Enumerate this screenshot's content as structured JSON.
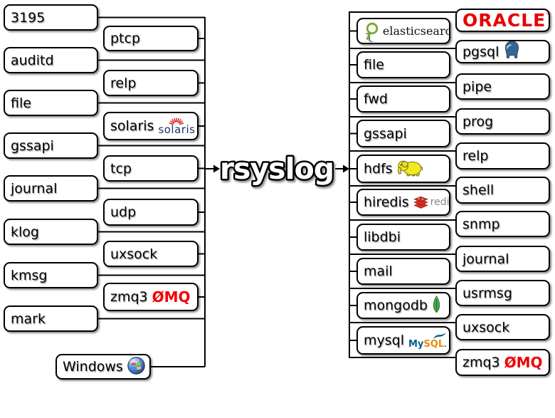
{
  "diagram": {
    "title": "rsyslog",
    "inputs_col1": [
      {
        "label": "3195"
      },
      {
        "label": "auditd"
      },
      {
        "label": "file"
      },
      {
        "label": "gssapi"
      },
      {
        "label": "journal"
      },
      {
        "label": "klog"
      },
      {
        "label": "kmsg"
      },
      {
        "label": "mark"
      }
    ],
    "inputs_col2": [
      {
        "label": "ptcp"
      },
      {
        "label": "relp"
      },
      {
        "label": "solaris",
        "logo": "solaris"
      },
      {
        "label": "tcp"
      },
      {
        "label": "udp"
      },
      {
        "label": "uxsock"
      },
      {
        "label": "zmq3",
        "logo": "omq"
      }
    ],
    "windows_input": {
      "label": "Windows",
      "logo": "windows"
    },
    "outputs_col1": [
      {
        "label": "",
        "logo": "elasticsearch"
      },
      {
        "label": "file"
      },
      {
        "label": "fwd"
      },
      {
        "label": "gssapi"
      },
      {
        "label": "hdfs",
        "logo": "hadoop"
      },
      {
        "label": "hiredis",
        "logo": "redis"
      },
      {
        "label": "libdbi"
      },
      {
        "label": "mail"
      },
      {
        "label": "mongodb",
        "logo": "mongodb"
      },
      {
        "label": "mysql",
        "logo": "mysql"
      }
    ],
    "outputs_col2": [
      {
        "label": "ORACLE",
        "logo": "oracle"
      },
      {
        "label": "pgsql",
        "logo": "postgresql"
      },
      {
        "label": "pipe"
      },
      {
        "label": "prog"
      },
      {
        "label": "relp"
      },
      {
        "label": "shell"
      },
      {
        "label": "snmp"
      },
      {
        "label": "journal"
      },
      {
        "label": "usrmsg"
      },
      {
        "label": "uxsock"
      },
      {
        "label": "zmq3",
        "logo": "omq"
      }
    ],
    "logo_texts": {
      "omq": "ØMQ",
      "solaris": "solaris",
      "redis": "redis",
      "mysql_my": "My",
      "mysql_sql": "SQL",
      "mysql_dot": ".",
      "elasticsearch": "elasticsearch.",
      "oracle_reg": "®"
    }
  },
  "colors": {
    "line": "#000000",
    "box_border": "#000000",
    "box_bg": "#ffffff",
    "omq_red": "#f00000",
    "oracle_red": "#e60000",
    "redis_red": "#d32f23",
    "redis_dark": "#7e1d14",
    "redis_text_grey": "#8a8a8a",
    "mongodb_green": "#47a248",
    "mongodb_dark": "#2e6b31",
    "elasticsearch_green": "#76a832",
    "hadoop_yellow": "#f2e91e",
    "hadoop_outline": "#5f5f1f",
    "solaris_navy": "#14355f",
    "solaris_ray_red": "#e02020",
    "postgres_blue": "#336791",
    "postgres_dark": "#23486b",
    "mysql_blue": "#00618a",
    "mysql_orange": "#e8890c"
  }
}
